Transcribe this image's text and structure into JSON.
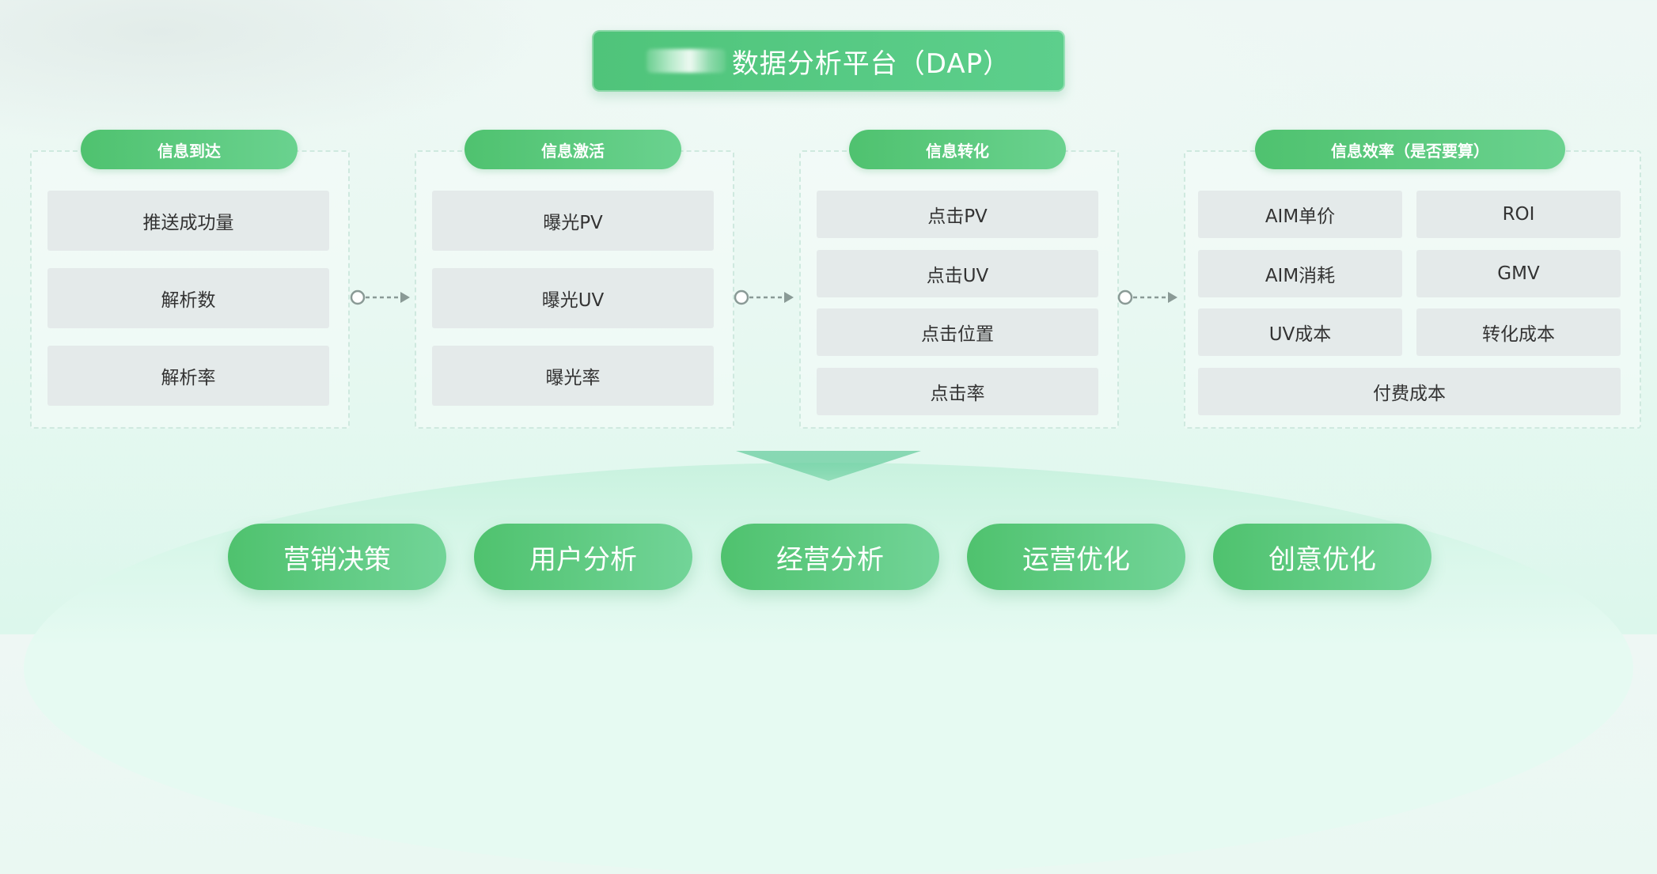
{
  "platform": {
    "title": "数据分析平台（DAP）"
  },
  "stages": [
    {
      "title": "信息到达",
      "metrics": [
        "推送成功量",
        "解析数",
        "解析率"
      ]
    },
    {
      "title": "信息激活",
      "metrics": [
        "曝光PV",
        "曝光UV",
        "曝光率"
      ]
    },
    {
      "title": "信息转化",
      "metrics": [
        "点击PV",
        "点击UV",
        "点击位置",
        "点击率"
      ]
    },
    {
      "title": "信息效率（是否要算）",
      "metrics": [
        "AIM单价",
        "ROI",
        "AIM消耗",
        "GMV",
        "UV成本",
        "转化成本",
        "付费成本"
      ]
    }
  ],
  "applications": [
    "营销决策",
    "用户分析",
    "经营分析",
    "运营优化",
    "创意优化"
  ],
  "colors": {
    "accent": "#56c77c",
    "accent_light": "#72d498",
    "card": "#e4eaea",
    "dashed_border": "#cfe9df",
    "connector": "#8a9a96"
  }
}
